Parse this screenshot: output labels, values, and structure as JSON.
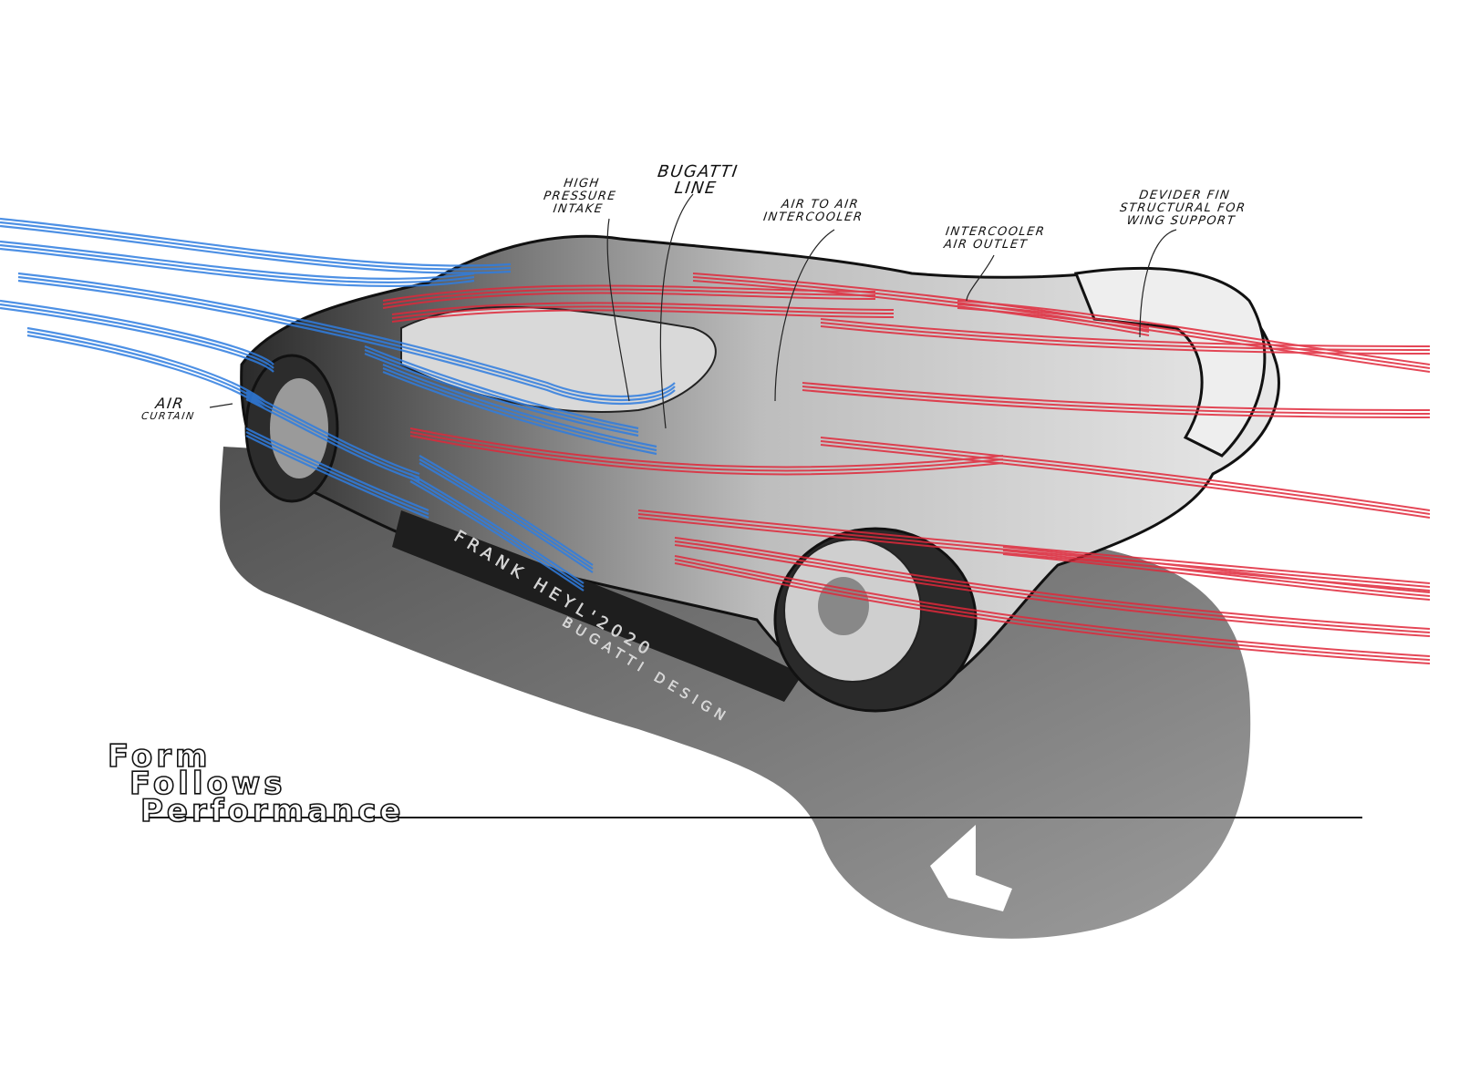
{
  "annotations": {
    "high_pressure_intake": [
      "High",
      "Pressure",
      "Intake"
    ],
    "bugatti_line": [
      "Bugatti",
      "Line"
    ],
    "air_to_air_intercooler": [
      "Air to Air",
      "Intercooler"
    ],
    "intercooler_air_outlet": [
      "Intercooler",
      "Air Outlet"
    ],
    "divider_fin": [
      "Devider Fin",
      "Structural for",
      "Wing Support"
    ],
    "air_curtain": [
      "Air",
      "Curtain"
    ]
  },
  "title_lines": [
    "Form",
    "Follows",
    "Performance"
  ],
  "signature": [
    "Frank Heyl'2020",
    "Bugatti Design"
  ],
  "colors": {
    "cool_air": "#2f7de0",
    "hot_air": "#e0283a",
    "body": "#3a3a3a",
    "shadow": "#5a5a5a"
  }
}
